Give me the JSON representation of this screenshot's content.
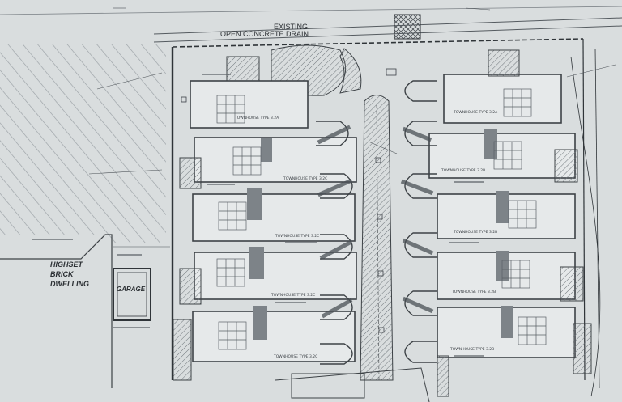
{
  "drain": {
    "line1": "EXISTING",
    "line2": "OPEN CONCRETE DRAIN"
  },
  "neighbour": {
    "line1": "HIGHSET",
    "line2": "BRICK",
    "line3": "DWELLING"
  },
  "garage": {
    "label": "GARAGE"
  },
  "unit_labels": {
    "townhouse_left_1": "TOWNHOUSE TYPE 3.2A",
    "townhouse_left_2": "TOWNHOUSE TYPE 3.2C",
    "townhouse_left_3": "TOWNHOUSE TYPE 3.2C",
    "townhouse_left_4": "TOWNHOUSE TYPE 3.2C",
    "townhouse_left_5": "TOWNHOUSE TYPE 3.2C",
    "townhouse_right_1": "TOWNHOUSE TYPE 3.2A",
    "townhouse_right_2": "TOWNHOUSE TYPE 3.2B",
    "townhouse_right_3": "TOWNHOUSE TYPE 3.2B",
    "townhouse_right_4": "TOWNHOUSE TYPE 3.2B",
    "townhouse_right_5": "TOWNHOUSE TYPE 3.2B"
  },
  "colors": {
    "paper": "#d9ddde",
    "ink": "#2b2f33",
    "hatch": "#8a9095",
    "wall": "#3d4246"
  }
}
